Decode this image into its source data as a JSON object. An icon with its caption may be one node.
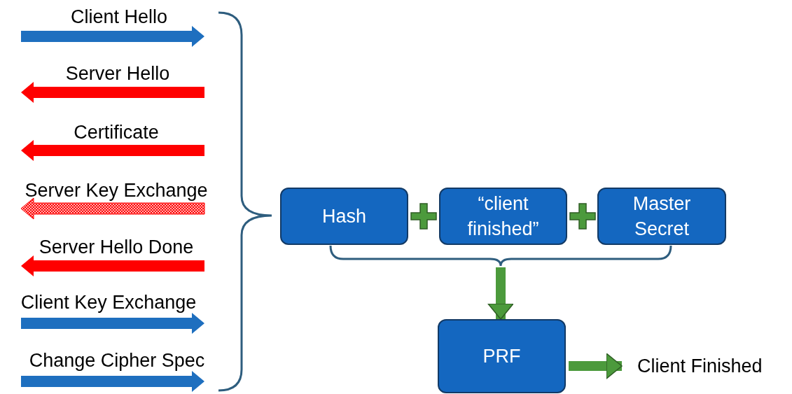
{
  "diagram": {
    "nodes": [
      {
        "text": [
          "Hash"
        ]
      },
      {
        "text": [
          "“client finished”"
        ]
      },
      {
        "text": [
          "Master Secret"
        ]
      },
      {
        "text": [
          "PRF"
        ]
      },
      {
        "text": [
          "Client Finished"
        ]
      }
    ],
    "edges": [
      {
        "from": 0,
        "to": 3,
        "arrow": "to"
      },
      {
        "from": 1,
        "to": 3,
        "arrow": "to"
      },
      {
        "from": 2,
        "to": 3,
        "arrow": "to"
      },
      {
        "from": 3,
        "to": 4,
        "arrow": "to",
        "style": "thick"
      }
    ],
    "labels": [
      "Client Hello",
      "Server Hello",
      "Certificate",
      "Server Key Exchange",
      "Server Hello Done",
      "Client Key Exchange",
      "Change Cipher Spec"
    ]
  }
}
